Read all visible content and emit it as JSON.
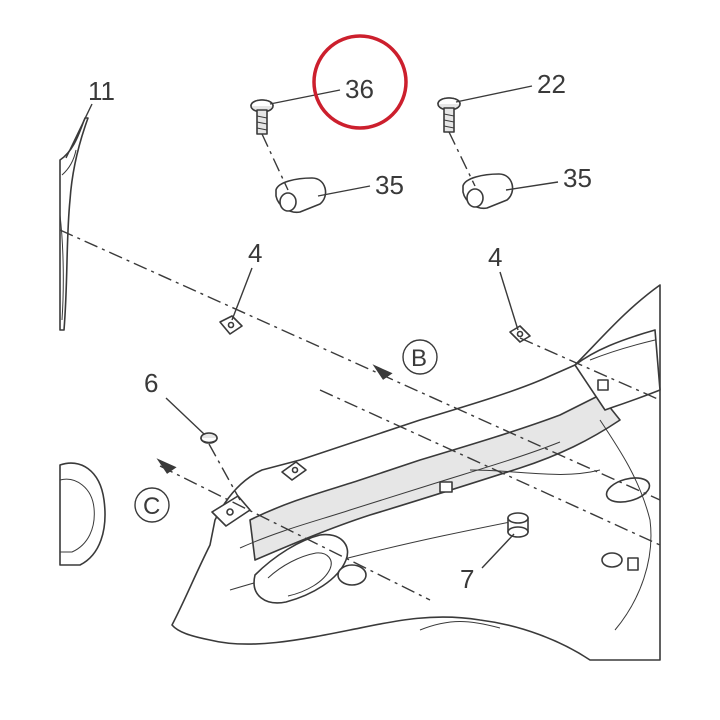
{
  "diagram": {
    "callouts": {
      "c36": "36",
      "c22": "22",
      "c11": "11",
      "c35a": "35",
      "c35b": "35",
      "c4a": "4",
      "c4b": "4",
      "c6": "6",
      "c7": "7"
    },
    "view_markers": {
      "b": "B",
      "c": "C"
    },
    "highlight_color": "#cc1f2d",
    "line_color": "#3a3a3a"
  }
}
